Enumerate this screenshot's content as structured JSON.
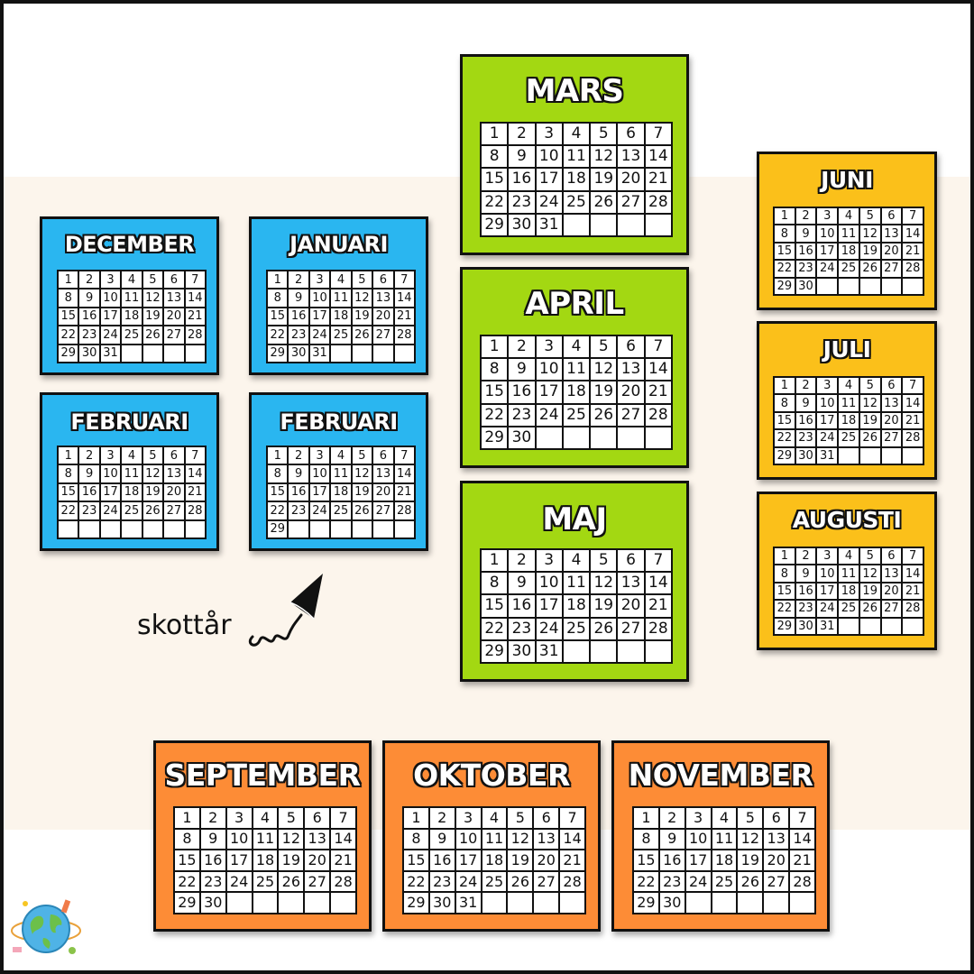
{
  "colors": {
    "winter": "#2ab6f0",
    "spring": "#a3d812",
    "summer": "#fbc01a",
    "autumn": "#fd8c36",
    "band": "#fcf5ec",
    "outline": "#111111"
  },
  "note": {
    "label": "skottår"
  },
  "icons": {
    "arrow": "swirl-arrow-icon",
    "logo": "globe-logo-icon"
  },
  "cards": [
    {
      "id": "december",
      "title": "DECEMBER",
      "color": "winter",
      "days": 31
    },
    {
      "id": "januari",
      "title": "JANUARI",
      "color": "winter",
      "days": 31
    },
    {
      "id": "februari",
      "title": "FEBRUARI",
      "color": "winter",
      "days": 28
    },
    {
      "id": "februari-leap",
      "title": "FEBRUARI",
      "color": "winter",
      "days": 29
    },
    {
      "id": "mars",
      "title": "MARS",
      "color": "spring",
      "days": 31
    },
    {
      "id": "april",
      "title": "APRIL",
      "color": "spring",
      "days": 30
    },
    {
      "id": "maj",
      "title": "MAJ",
      "color": "spring",
      "days": 31
    },
    {
      "id": "juni",
      "title": "JUNI",
      "color": "summer",
      "days": 30
    },
    {
      "id": "juli",
      "title": "JULI",
      "color": "summer",
      "days": 31
    },
    {
      "id": "augusti",
      "title": "AUGUSTI",
      "color": "summer",
      "days": 31
    },
    {
      "id": "september",
      "title": "SEPTEMBER",
      "color": "autumn",
      "days": 30
    },
    {
      "id": "oktober",
      "title": "OKTOBER",
      "color": "autumn",
      "days": 31
    },
    {
      "id": "november",
      "title": "NOVEMBER",
      "color": "autumn",
      "days": 30
    }
  ]
}
